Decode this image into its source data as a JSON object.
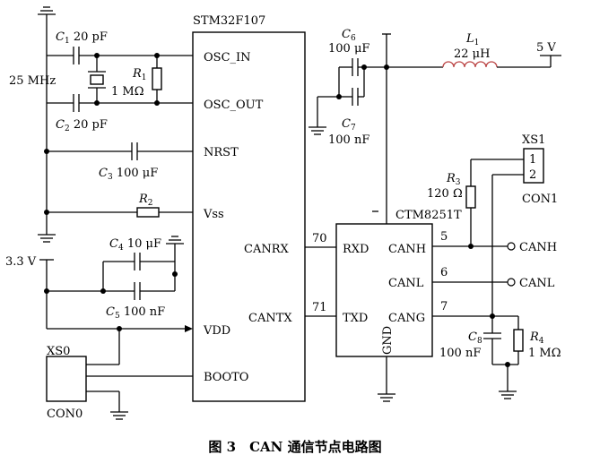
{
  "chips": {
    "mcu": {
      "name": "STM32F107",
      "pins": {
        "osc_in": "OSC_IN",
        "osc_out": "OSC_OUT",
        "nrst": "NRST",
        "vss": "Vss",
        "canrx": "CANRX",
        "cantx": "CANTX",
        "vdd": "VDD",
        "boot0": "BOOTO"
      }
    },
    "transceiver": {
      "name": "CTM8251T",
      "pins": {
        "rxd": "RXD",
        "txd": "TXD",
        "canh": "CANH",
        "canl": "CANL",
        "cang": "CANG",
        "gnd": "GND"
      }
    }
  },
  "pin_numbers": {
    "canrx": "70",
    "cantx": "71",
    "canh": "5",
    "canl": "6",
    "cang": "7"
  },
  "components": {
    "c1": {
      "ref": "C",
      "sub": "1",
      "value": "20 pF"
    },
    "c2": {
      "ref": "C",
      "sub": "2",
      "value": "20 pF"
    },
    "crystal": {
      "value": "25 MHz"
    },
    "r1": {
      "ref": "R",
      "sub": "1",
      "value": "1 MΩ"
    },
    "c3": {
      "ref": "C",
      "sub": "3",
      "value": "100 μF"
    },
    "r2": {
      "ref": "R",
      "sub": "2"
    },
    "c4": {
      "ref": "C",
      "sub": "4",
      "value": "10 μF"
    },
    "c5": {
      "ref": "C",
      "sub": "5",
      "value": "100 nF"
    },
    "c6": {
      "ref": "C",
      "sub": "6",
      "value": "100 μF"
    },
    "c7": {
      "ref": "C",
      "sub": "7",
      "value": "100 nF"
    },
    "l1": {
      "ref": "L",
      "sub": "1",
      "value": "22 μH"
    },
    "r3": {
      "ref": "R",
      "sub": "3",
      "value": "120 Ω"
    },
    "c8": {
      "ref": "C",
      "sub": "8",
      "value": "100 nF"
    },
    "r4": {
      "ref": "R",
      "sub": "4",
      "value": "1 MΩ"
    }
  },
  "nets": {
    "v5": "5 V",
    "v33": "3.3 V",
    "canh": "CANH",
    "canl": "CANL"
  },
  "connectors": {
    "xs1": {
      "name": "XS1",
      "type": "CON1",
      "pin1": "1",
      "pin2": "2"
    },
    "xs0": {
      "name": "XS0",
      "type": "CON0"
    }
  },
  "caption": "图 3　CAN 通信节点电路图"
}
